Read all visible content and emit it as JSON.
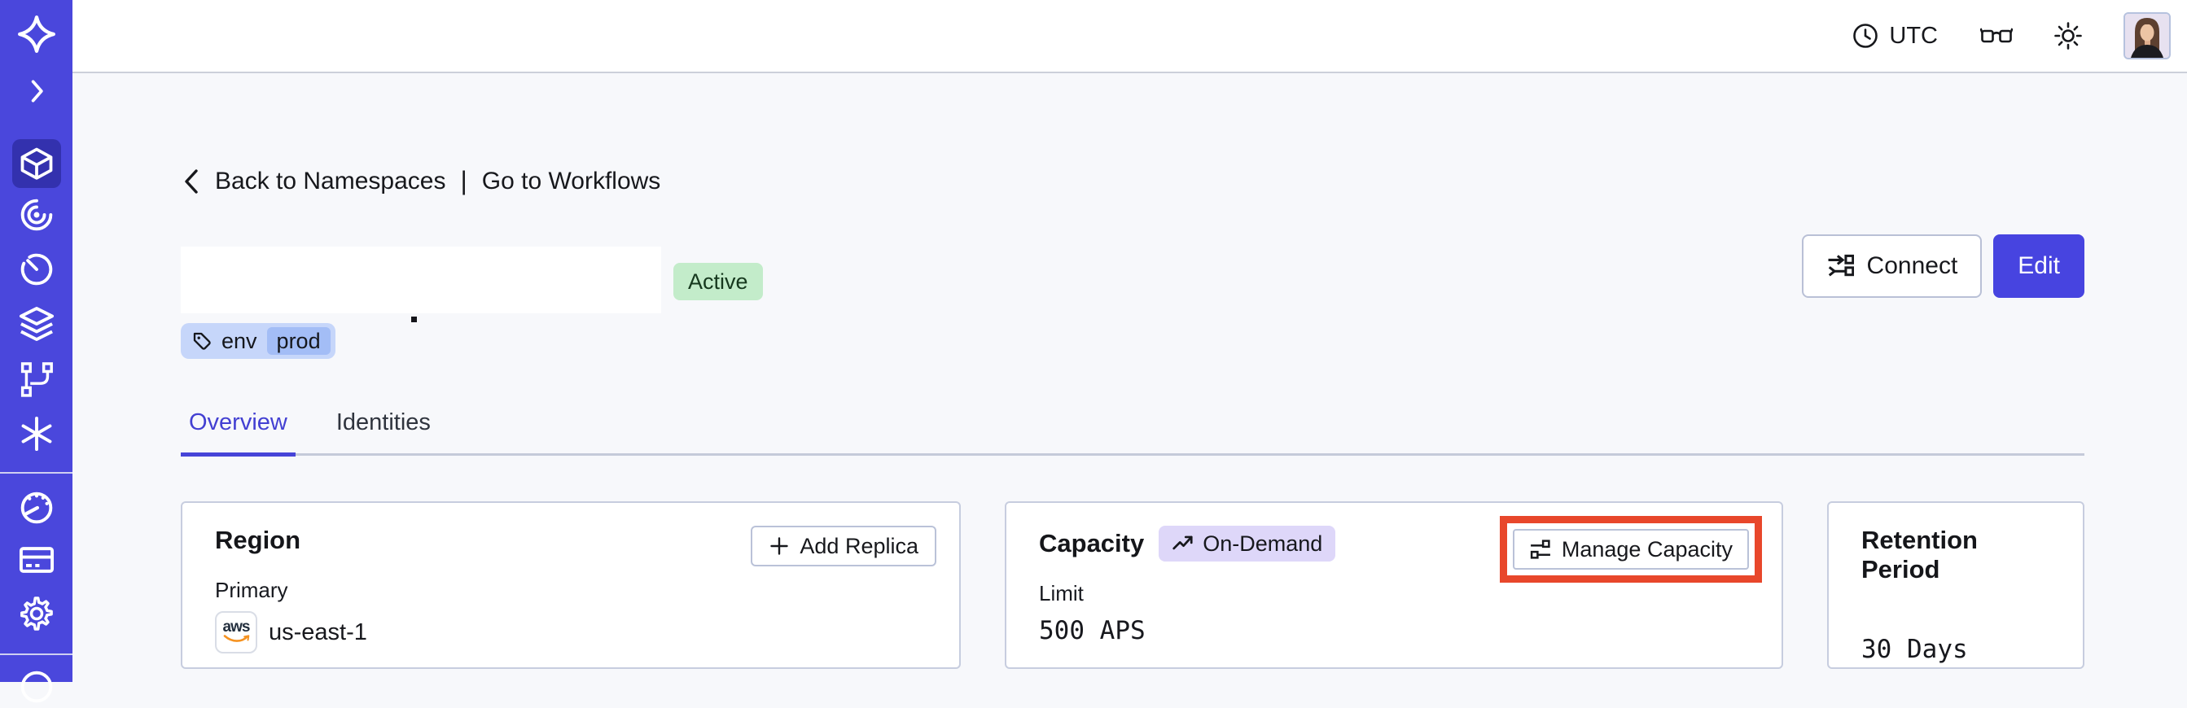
{
  "colors": {
    "sidebar": "#4a47dc",
    "accent": "#4744e0",
    "active_tab": "#4340d2",
    "status_active_bg": "#c3ecca",
    "tag_bg": "#c6d6fa",
    "tag_inner_bg": "#a3bdf6",
    "ondemand_bg": "#ded7f9",
    "highlight_red": "#e8472b",
    "aws_orange": "#f59221"
  },
  "topbar": {
    "timezone": "UTC",
    "icons": [
      "clock-icon",
      "reader-glasses-icon",
      "theme-sun-icon",
      "avatar"
    ]
  },
  "sidebar": {
    "active_item": "namespaces",
    "items": [
      "temporal-logo",
      "expand-sidebar",
      "namespaces",
      "workflows",
      "schedules",
      "deployments",
      "batch-operations",
      "nexus",
      "usage",
      "billing",
      "settings"
    ]
  },
  "breadcrumb": {
    "back": "Back to Namespaces",
    "separator": "|",
    "workflows_link": "Go to Workflows"
  },
  "namespace": {
    "status_badge": "Active",
    "tag": {
      "key": "env",
      "value": "prod"
    }
  },
  "header_actions": {
    "connect": "Connect",
    "edit": "Edit"
  },
  "tabs": {
    "overview": "Overview",
    "identities": "Identities"
  },
  "cards": {
    "region": {
      "title": "Region",
      "add_replica": "Add Replica",
      "primary_label": "Primary",
      "provider": "aws",
      "region_value": "us-east-1"
    },
    "capacity": {
      "title": "Capacity",
      "mode_badge": "On-Demand",
      "manage_button": "Manage Capacity",
      "limit_label": "Limit",
      "limit_value": "500 APS"
    },
    "retention": {
      "title": "Retention Period",
      "value": "30 Days"
    }
  }
}
